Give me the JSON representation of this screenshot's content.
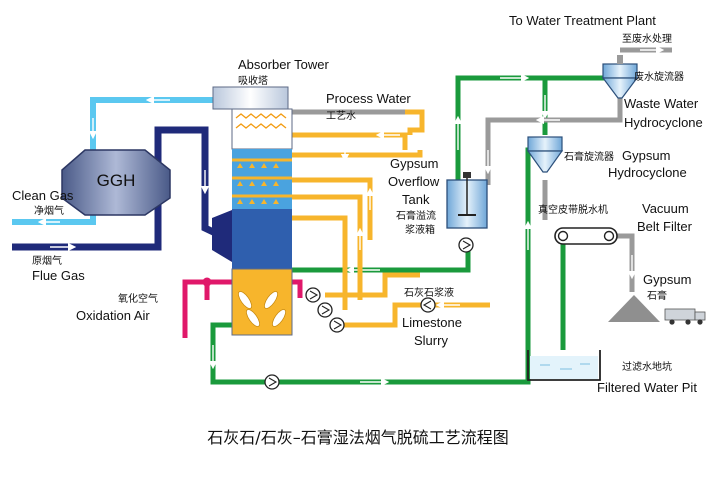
{
  "title": "石灰石/石灰–石膏湿法烟气脱硫工艺流程图",
  "labels": {
    "absorber_en": "Absorber Tower",
    "absorber_zh": "吸收塔",
    "process_water_en": "Process Water",
    "process_water_zh": "工艺水",
    "water_treatment_en": "To Water Treatment Plant",
    "water_treatment_zh": "至废水处理",
    "waste_hc_zh": "废水旋流器",
    "waste_hc_en1": "Waste Water",
    "waste_hc_en2": "Hydrocyclone",
    "gypsum_hc_zh": "石膏旋流器",
    "gypsum_hc_en1": "Gypsum",
    "gypsum_hc_en2": "Hydrocyclone",
    "overflow_en1": "Gypsum",
    "overflow_en2": "Overflow",
    "overflow_en3": "Tank",
    "overflow_zh1": "石膏溢流",
    "overflow_zh2": "浆液箱",
    "vacuum_zh": "真空皮带脱水机",
    "vacuum_en1": "Vacuum",
    "vacuum_en2": "Belt Filter",
    "gypsum_en": "Gypsum",
    "gypsum_zh": "石膏",
    "pit_zh": "过滤水地坑",
    "pit_en": "Filtered Water Pit",
    "limestone_zh": "石灰石浆液",
    "limestone_en1": "Limestone",
    "limestone_en2": "Slurry",
    "ggh": "GGH",
    "clean_gas_en": "Clean Gas",
    "clean_gas_zh": "净烟气",
    "flue_gas_zh": "原烟气",
    "flue_gas_en": "Flue Gas",
    "oxidation_zh": "氧化空气",
    "oxidation_en": "Oxidation Air"
  },
  "colors": {
    "clean_gas": "#5bc8f0",
    "flue_gas": "#1f2a7a",
    "slurry": "#f7b52c",
    "filtrate": "#1a9a3c",
    "waste": "#9a9a9a",
    "oxidation_air": "#e0186a",
    "tower_upper": "#ffffff",
    "tower_spray": "#4aa3df",
    "tower_mid": "#2f5fae",
    "tower_bottom": "#f7b52c"
  }
}
